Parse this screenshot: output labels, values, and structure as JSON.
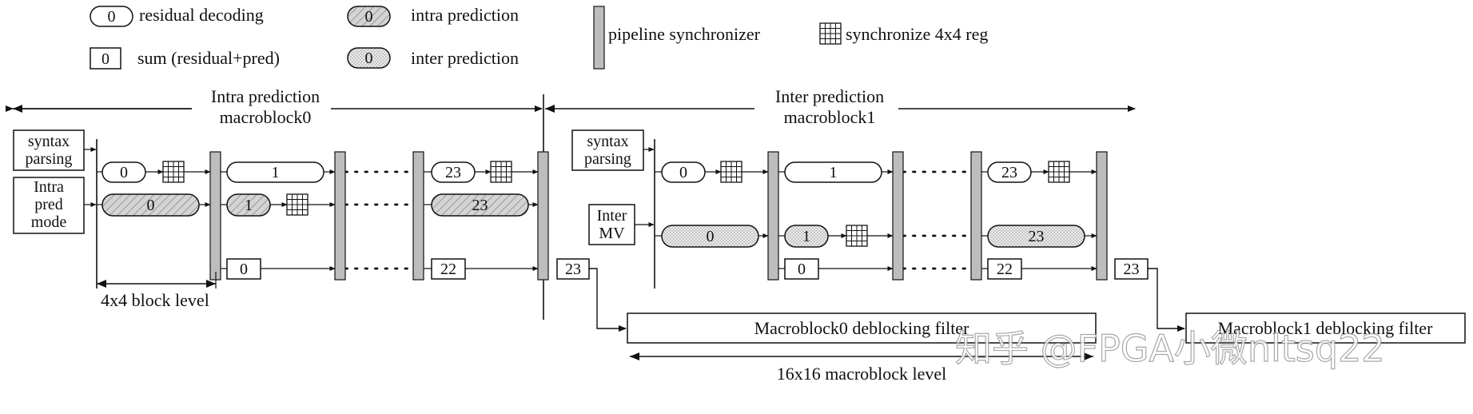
{
  "legend": {
    "residual_decoding": {
      "symbol": "0",
      "label": "residual decoding"
    },
    "sum": {
      "symbol": "0",
      "label": "sum (residual+pred)"
    },
    "intra_prediction": {
      "symbol": "0",
      "label": "intra prediction"
    },
    "inter_prediction": {
      "symbol": "0",
      "label": "inter prediction"
    },
    "pipeline_synchronizer": {
      "label": "pipeline synchronizer"
    },
    "synchronize_reg": {
      "label": "synchronize 4x4 reg"
    }
  },
  "sections": {
    "intra": {
      "line1": "Intra prediction",
      "line2": "macroblock0"
    },
    "inter": {
      "line1": "Inter prediction",
      "line2": "macroblock1"
    }
  },
  "inputs": {
    "syntax_parsing_left": [
      "syntax",
      "parsing"
    ],
    "intra_pred_mode": [
      "Intra",
      "pred",
      "mode"
    ],
    "syntax_parsing_right": [
      "syntax",
      "parsing"
    ],
    "inter_mv": [
      "Inter",
      "MV"
    ]
  },
  "blocks": {
    "mb0_res": [
      "0",
      "1",
      "23"
    ],
    "mb0_intra": [
      "0",
      "1",
      "23"
    ],
    "mb0_sum": [
      "0",
      "22",
      "23"
    ],
    "mb1_res": [
      "0",
      "1",
      "23"
    ],
    "mb1_inter": [
      "0",
      "1",
      "23"
    ],
    "mb1_sum": [
      "0",
      "22",
      "23"
    ]
  },
  "deblocking": {
    "mb0": "Macroblock0  deblocking filter",
    "mb1": "Macroblock1  deblocking filter"
  },
  "levels": {
    "block": "4x4 block level",
    "macroblock": "16x16 macroblock level"
  },
  "watermark": "知乎 @FPGA小微nltsq22",
  "colors": {
    "intra_fill": "#d0d0d0",
    "inter_fill": "#e6e6e6",
    "sync_fill": "#bdbdbd",
    "stroke": "#111111"
  }
}
